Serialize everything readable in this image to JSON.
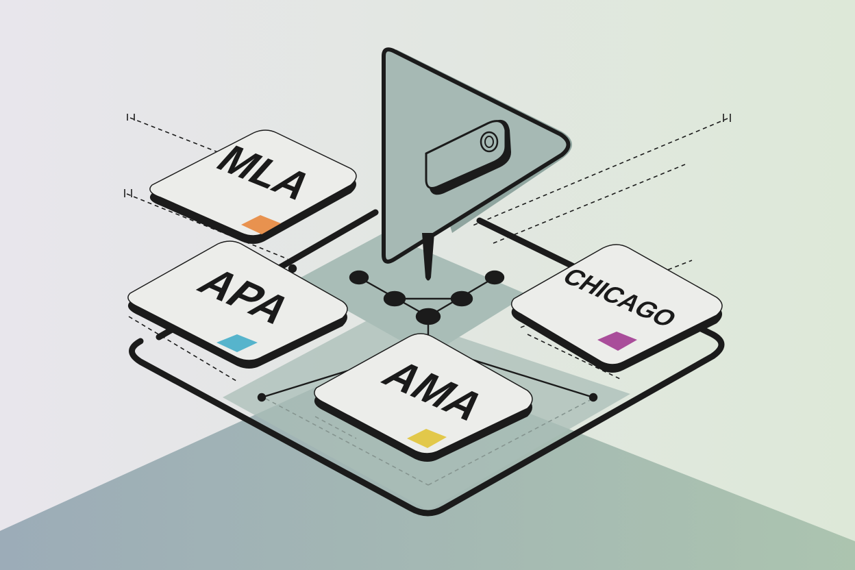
{
  "scene": {
    "colors": {
      "background_left": "#e8e6ec",
      "background_right": "#dde8d8",
      "floor_left": "#98a9b5",
      "floor_right": "#a9c2ad",
      "platform": "#a9bdb7",
      "card": "#ecedea",
      "outline": "#1b1b1b",
      "pin_fill": "#a6b9b4",
      "pin_shadow": "#8fa59f"
    },
    "pin": {
      "icon": "toggle-switch-icon"
    },
    "cards": [
      {
        "id": "mla",
        "label": "MLA",
        "swatch_color": "#e8924f"
      },
      {
        "id": "apa",
        "label": "APA",
        "swatch_color": "#56b4cc"
      },
      {
        "id": "chicago",
        "label": "CHICAGO",
        "swatch_color": "#a94d9a"
      },
      {
        "id": "ama",
        "label": "AMA",
        "swatch_color": "#e2c84a"
      }
    ]
  }
}
